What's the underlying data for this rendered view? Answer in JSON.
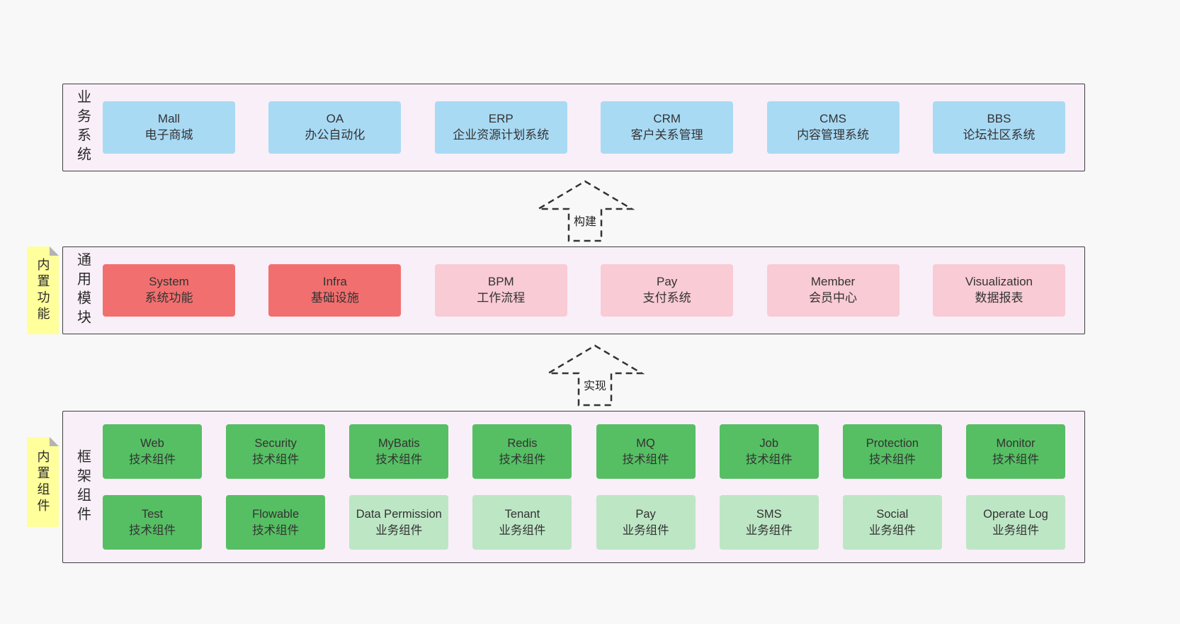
{
  "colors": {
    "page_bg": "#f8f8f8",
    "container_bg": "#f9eff8",
    "blue": "#a9daf4",
    "red": "#f1706f",
    "pink": "#f9cbd4",
    "green": "#56bf63",
    "lightgreen": "#bde6c5",
    "note_bg": "#ffff9c"
  },
  "layers": [
    {
      "name": "business-systems",
      "side_label": "业务系统",
      "rows": [
        {
          "items": [
            {
              "title": "Mall",
              "subtitle": "电子商城",
              "variant": "blue"
            },
            {
              "title": "OA",
              "subtitle": "办公自动化",
              "variant": "blue"
            },
            {
              "title": "ERP",
              "subtitle": "企业资源计划系统",
              "variant": "blue"
            },
            {
              "title": "CRM",
              "subtitle": "客户关系管理",
              "variant": "blue"
            },
            {
              "title": "CMS",
              "subtitle": "内容管理系统",
              "variant": "blue"
            },
            {
              "title": "BBS",
              "subtitle": "论坛社区系统",
              "variant": "blue"
            }
          ]
        }
      ]
    },
    {
      "name": "common-modules",
      "side_label": "通用模块",
      "note": "内置功能",
      "rows": [
        {
          "items": [
            {
              "title": "System",
              "subtitle": "系统功能",
              "variant": "red"
            },
            {
              "title": "Infra",
              "subtitle": "基础设施",
              "variant": "red"
            },
            {
              "title": "BPM",
              "subtitle": "工作流程",
              "variant": "pink"
            },
            {
              "title": "Pay",
              "subtitle": "支付系统",
              "variant": "pink"
            },
            {
              "title": "Member",
              "subtitle": "会员中心",
              "variant": "pink"
            },
            {
              "title": "Visualization",
              "subtitle": "数据报表",
              "variant": "pink"
            }
          ]
        }
      ]
    },
    {
      "name": "framework-components",
      "side_label": "框架组件",
      "note": "内置组件",
      "rows": [
        {
          "items": [
            {
              "title": "Web",
              "subtitle": "技术组件",
              "variant": "green"
            },
            {
              "title": "Security",
              "subtitle": "技术组件",
              "variant": "green"
            },
            {
              "title": "MyBatis",
              "subtitle": "技术组件",
              "variant": "green"
            },
            {
              "title": "Redis",
              "subtitle": "技术组件",
              "variant": "green"
            },
            {
              "title": "MQ",
              "subtitle": "技术组件",
              "variant": "green"
            },
            {
              "title": "Job",
              "subtitle": "技术组件",
              "variant": "green"
            },
            {
              "title": "Protection",
              "subtitle": "技术组件",
              "variant": "green"
            },
            {
              "title": "Monitor",
              "subtitle": "技术组件",
              "variant": "green"
            }
          ]
        },
        {
          "items": [
            {
              "title": "Test",
              "subtitle": "技术组件",
              "variant": "green"
            },
            {
              "title": "Flowable",
              "subtitle": "技术组件",
              "variant": "green"
            },
            {
              "title": "Data Permission",
              "subtitle": "业务组件",
              "variant": "lightgreen"
            },
            {
              "title": "Tenant",
              "subtitle": "业务组件",
              "variant": "lightgreen"
            },
            {
              "title": "Pay",
              "subtitle": "业务组件",
              "variant": "lightgreen"
            },
            {
              "title": "SMS",
              "subtitle": "业务组件",
              "variant": "lightgreen"
            },
            {
              "title": "Social",
              "subtitle": "业务组件",
              "variant": "lightgreen"
            },
            {
              "title": "Operate Log",
              "subtitle": "业务组件",
              "variant": "lightgreen"
            }
          ]
        }
      ]
    }
  ],
  "arrows": [
    {
      "label": "构建"
    },
    {
      "label": "实现"
    }
  ]
}
